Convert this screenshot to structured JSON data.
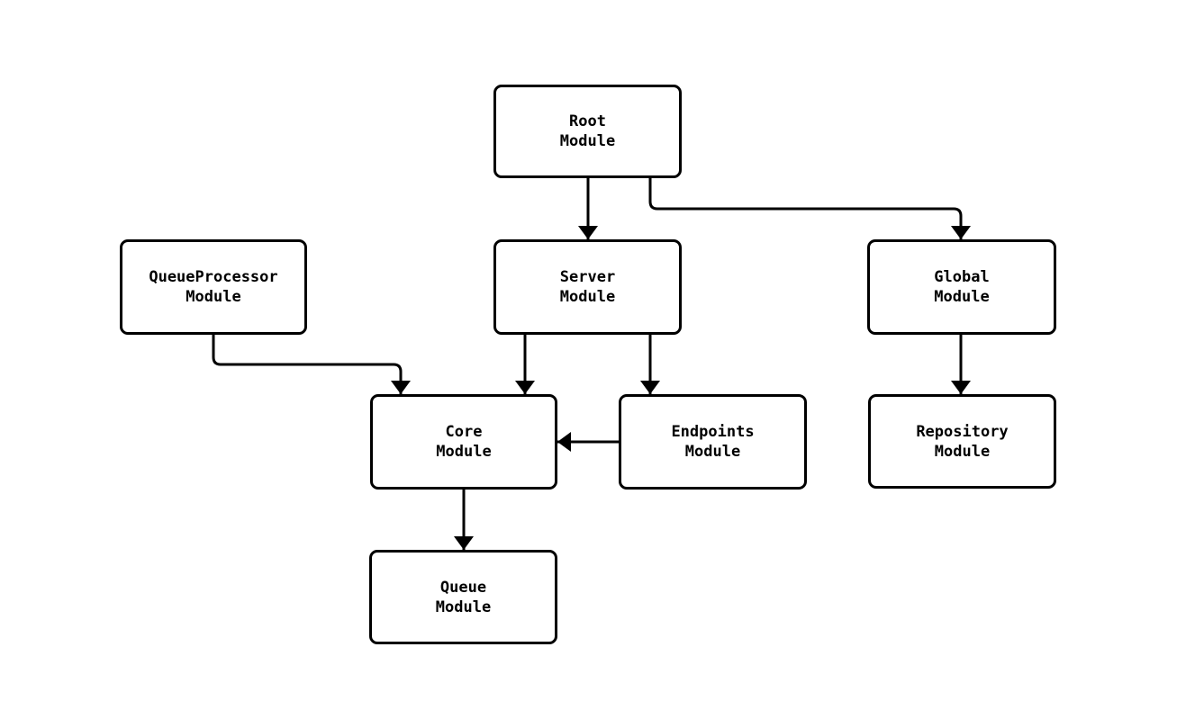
{
  "diagram": {
    "type": "flowchart",
    "direction": "top-down",
    "colors": {
      "background": "#ffffff",
      "node_fill": "#ffffff",
      "node_border": "#000000",
      "edge": "#000000",
      "text": "#000000"
    },
    "nodes": [
      {
        "id": "root",
        "label": "Root\nModule"
      },
      {
        "id": "queueprocessor",
        "label": "QueueProcessor\nModule"
      },
      {
        "id": "server",
        "label": "Server\nModule"
      },
      {
        "id": "global",
        "label": "Global\nModule"
      },
      {
        "id": "core",
        "label": "Core\nModule"
      },
      {
        "id": "endpoints",
        "label": "Endpoints\nModule"
      },
      {
        "id": "repository",
        "label": "Repository\nModule"
      },
      {
        "id": "queue",
        "label": "Queue\nModule"
      }
    ],
    "edges": [
      {
        "from": "root",
        "to": "server"
      },
      {
        "from": "root",
        "to": "global"
      },
      {
        "from": "queueprocessor",
        "to": "core"
      },
      {
        "from": "server",
        "to": "core"
      },
      {
        "from": "server",
        "to": "endpoints"
      },
      {
        "from": "global",
        "to": "repository"
      },
      {
        "from": "endpoints",
        "to": "core"
      },
      {
        "from": "core",
        "to": "queue"
      }
    ]
  }
}
